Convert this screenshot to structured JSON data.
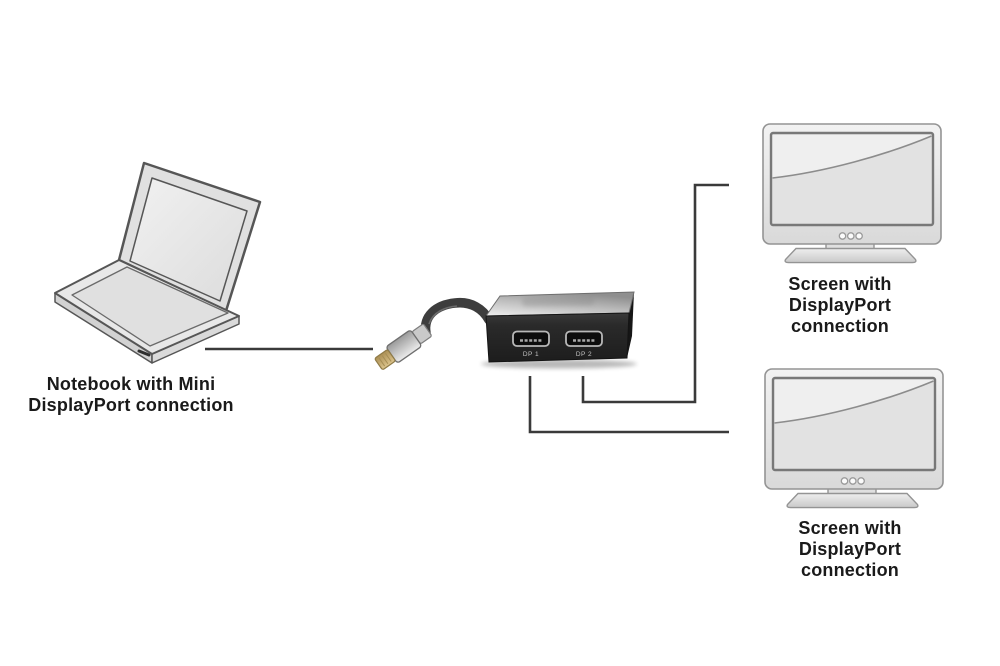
{
  "figure": {
    "type": "product-connection-diagram",
    "colors": {
      "background": "#ffffff",
      "connection_line": "#3a3a3a",
      "label_text": "#1a1a1a",
      "adapter_front": "#262626",
      "adapter_top_metal": "#bfbfbf",
      "port_label_text": "#c2c2c2",
      "device_fill": "#e6e6e6",
      "device_stroke": "#6a6a6a",
      "plug_tip_gold": "#c4a96a"
    }
  },
  "notebook": {
    "label_line1": "Notebook with Mini",
    "label_line2": "DisplayPort connection"
  },
  "adapter": {
    "port1_label": "DP 1",
    "port2_label": "DP 2"
  },
  "screen_top": {
    "label_line1": "Screen with",
    "label_line2": "DisplayPort connection"
  },
  "screen_bottom": {
    "label_line1": "Screen with",
    "label_line2": "DisplayPort connection"
  }
}
